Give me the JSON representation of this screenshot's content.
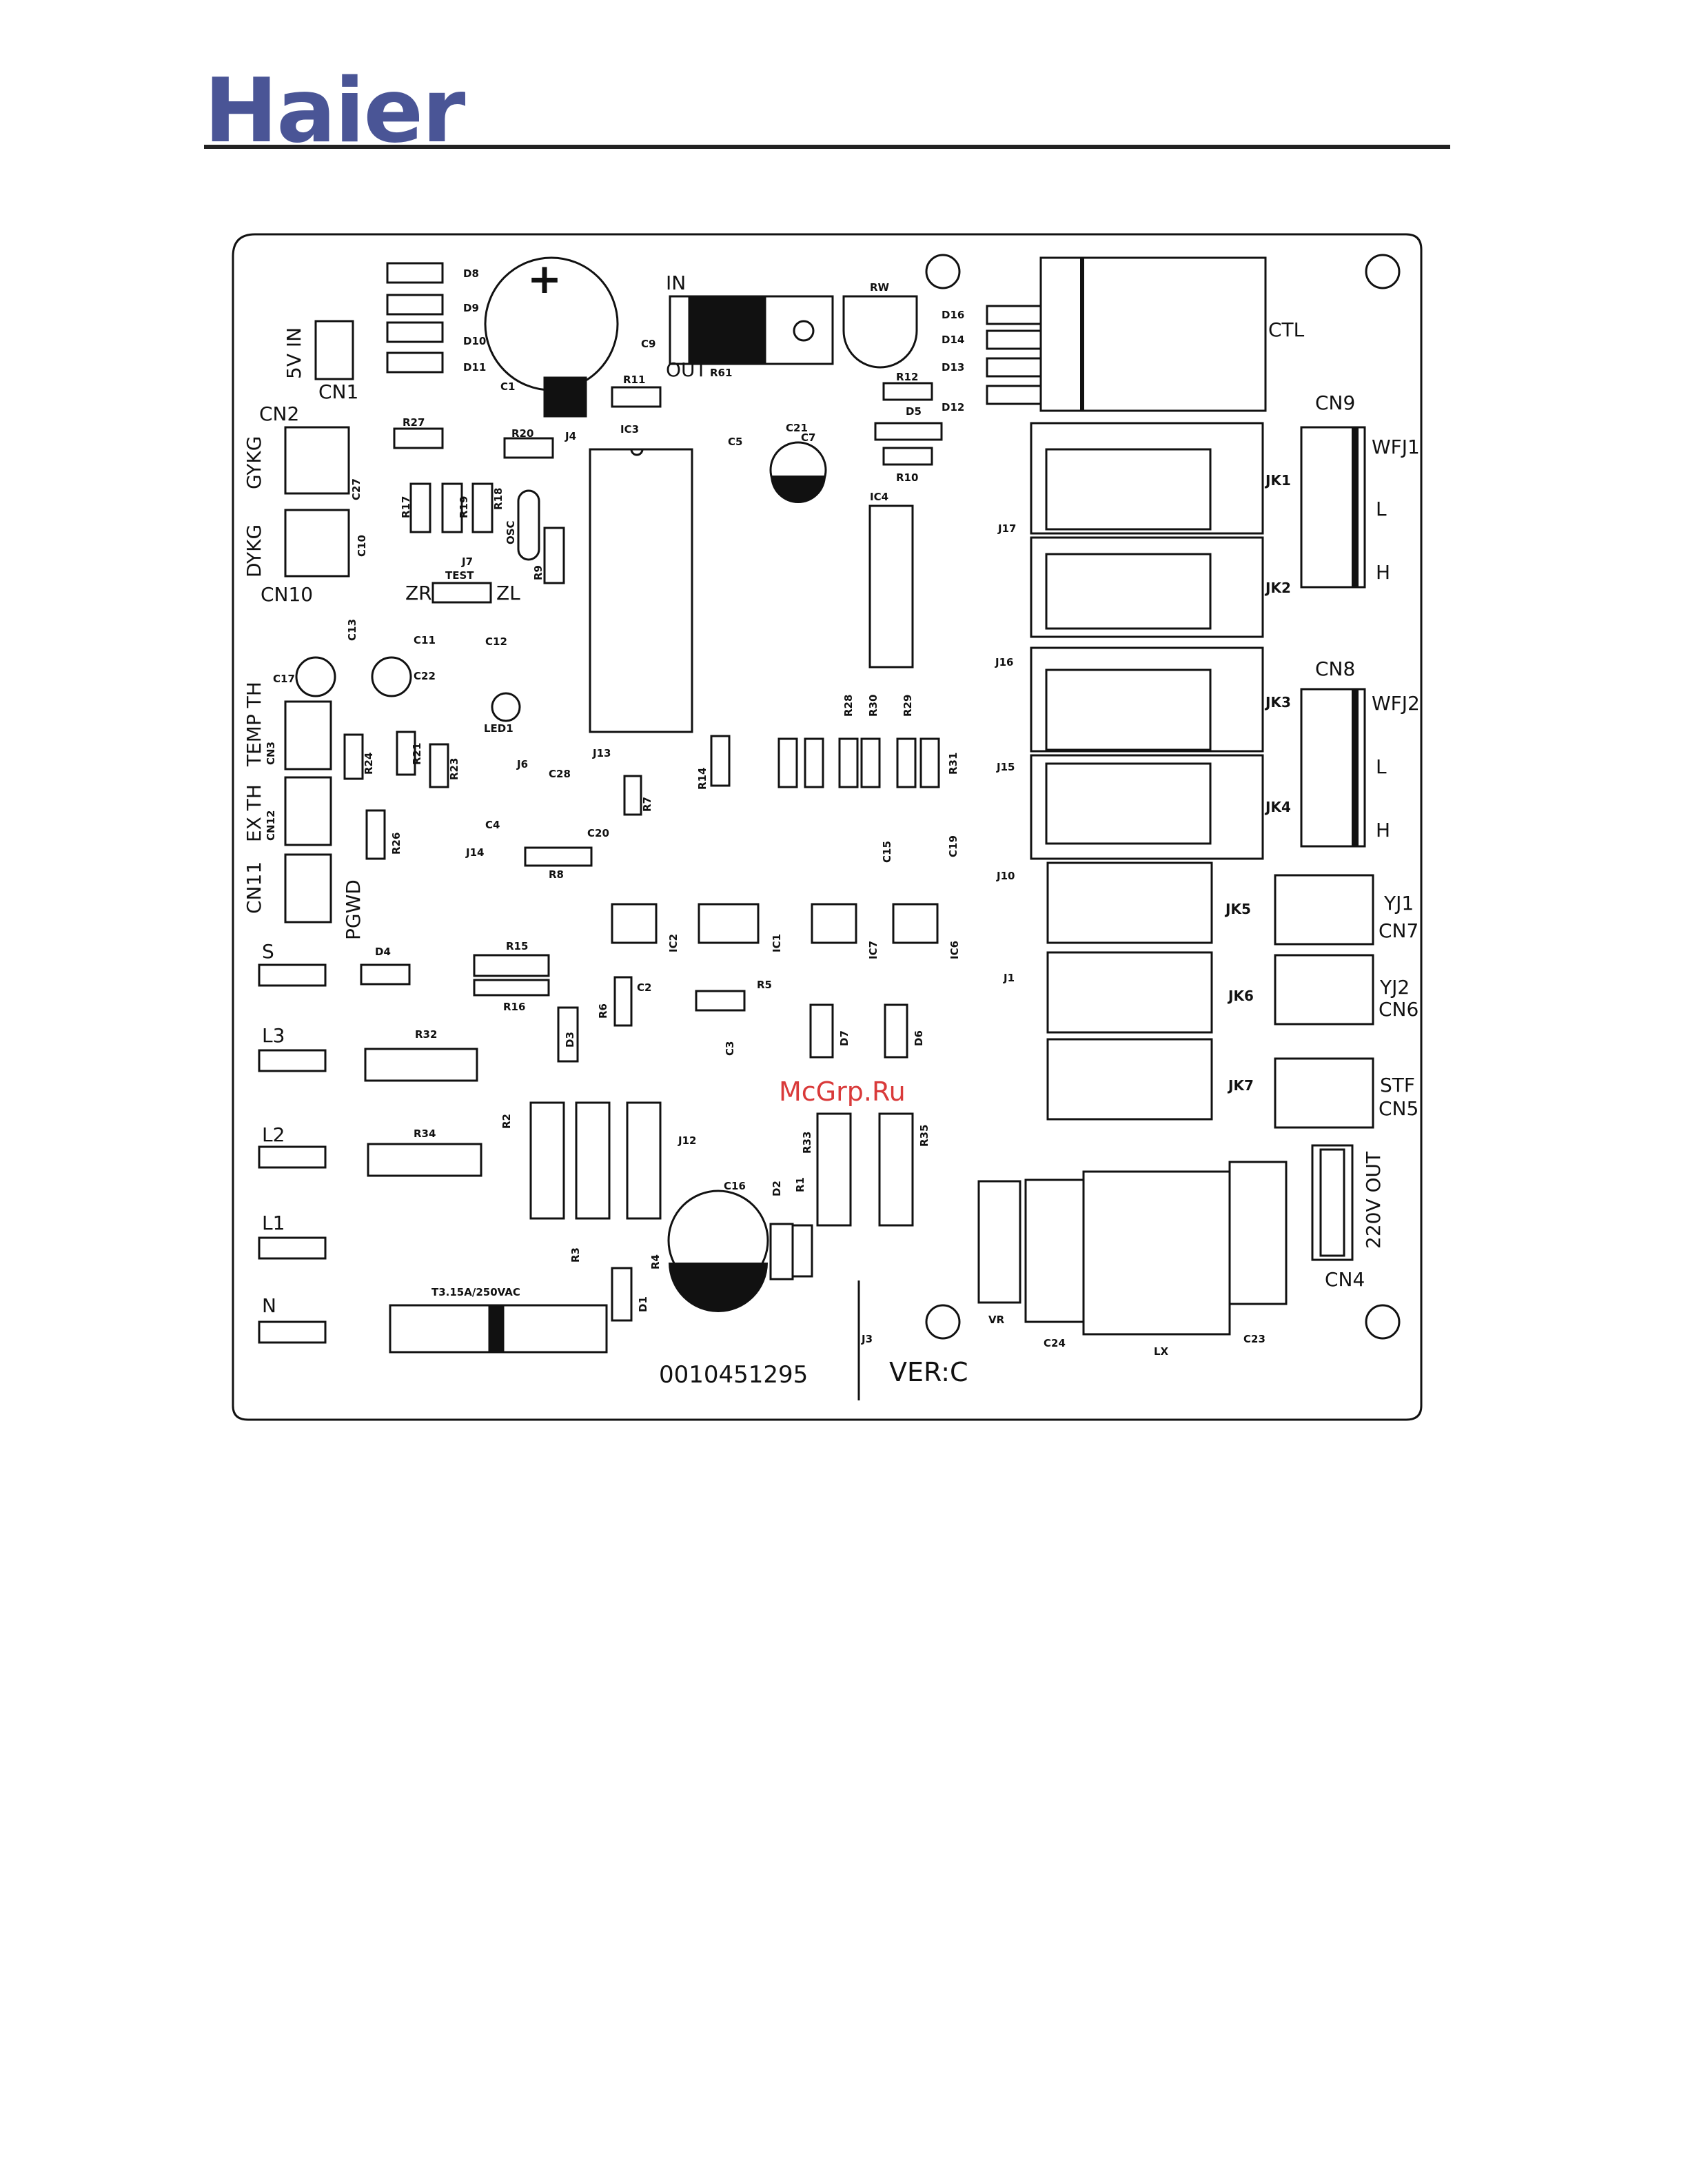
{
  "brand": {
    "logo_text": "Haier",
    "logo_color": "#4a5596"
  },
  "watermark": {
    "text": "McGrp.Ru",
    "color": "#d93a3a"
  },
  "board": {
    "part_number": "0010451295",
    "version": "VER:C",
    "fuse_rating": "T3.15A/250VAC",
    "labels": {
      "in_5v": "5V IN",
      "cn1": "CN1",
      "cn2": "CN2",
      "gykg": "GYKG",
      "dykg": "DYKG",
      "cn10": "CN10",
      "temp_th": "TEMP TH",
      "cn3": "CN3",
      "ex_th": "EX TH",
      "cn12": "CN12",
      "cn11": "CN11",
      "pgwd": "PGWD",
      "s": "S",
      "l3": "L3",
      "l2": "L2",
      "l1": "L1",
      "n": "N",
      "reg_in": "IN",
      "reg_out": "OUT",
      "ctl": "CTL",
      "cn9": "CN9",
      "wfj1": "WFJ1",
      "cn8": "CN8",
      "wfj2": "WFJ2",
      "l": "L",
      "h": "H",
      "jk1": "JK1",
      "jk2": "JK2",
      "jk3": "JK3",
      "jk4": "JK4",
      "jk5": "JK5",
      "jk6": "JK6",
      "jk7": "JK7",
      "yj1": "YJ1",
      "cn7": "CN7",
      "yj2": "YJ2",
      "cn6": "CN6",
      "stf": "STF",
      "cn5": "CN5",
      "out_220v": "220V OUT",
      "cn4": "CN4",
      "zr": "ZR",
      "zl": "ZL",
      "osc": "OSC",
      "test": "TEST",
      "r27": "R27",
      "r20": "R20",
      "j4": "J4",
      "r11": "R11",
      "r12": "R12",
      "r10": "R10",
      "ic3": "IC3",
      "ic4": "IC4",
      "d8": "D8",
      "d9": "D9",
      "d10": "D10",
      "d11": "D11",
      "d16": "D16",
      "d14": "D14",
      "d13": "D13",
      "d12": "D12",
      "d5": "D5",
      "c21": "C21",
      "c7": "C7",
      "c5": "C5",
      "c9": "C9",
      "c1": "C1",
      "rw": "RW",
      "r61": "R61",
      "r17": "R17",
      "r19": "R19",
      "r18": "R18",
      "c17": "C17",
      "c22": "C22",
      "led1": "LED1",
      "r24": "R24",
      "r21": "R21",
      "r23": "R23",
      "r26": "R26",
      "j6": "J6",
      "c4": "C4",
      "c20": "C20",
      "c28": "C28",
      "j13": "J13",
      "j14": "J14",
      "r8": "R8",
      "r7": "R7",
      "r14": "R14",
      "r28": "R28",
      "r30": "R30",
      "r29": "R29",
      "r31": "R31",
      "c15": "C15",
      "c19": "C19",
      "j17": "J17",
      "j16": "J16",
      "j15": "J15",
      "j10": "J10",
      "j1": "J1",
      "ic2": "IC2",
      "ic1": "IC1",
      "ic7": "IC7",
      "ic6": "IC6",
      "d4": "D4",
      "r15": "R15",
      "r16": "R16",
      "r32": "R32",
      "r34": "R34",
      "r5": "R5",
      "c2": "C2",
      "c3": "C3",
      "d3": "D3",
      "r6": "R6",
      "d7": "D7",
      "d6": "D6",
      "r2": "R2",
      "r3": "R3",
      "j12": "J12",
      "r33": "R33",
      "r35": "R35",
      "c16": "C16",
      "d2": "D2",
      "r1": "R1",
      "r4": "R4",
      "d1": "D1",
      "j3": "J3",
      "vr": "VR",
      "c24": "C24",
      "lx": "LX",
      "c23": "C23",
      "c10": "C10",
      "c11": "C11",
      "c12": "C12",
      "c13": "C13",
      "j7": "J7",
      "r9": "R9",
      "c27": "C27"
    }
  }
}
